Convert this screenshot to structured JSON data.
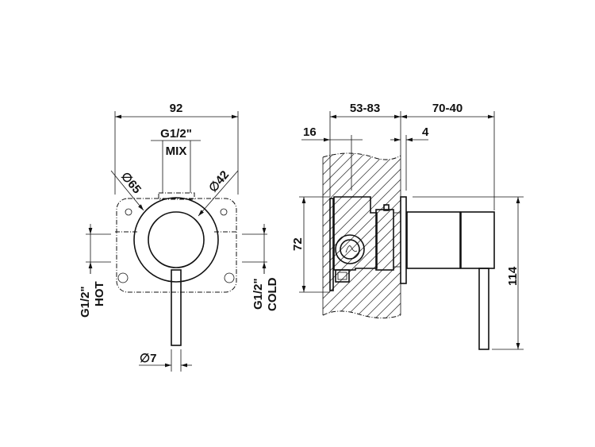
{
  "front_view": {
    "width_dim": "92",
    "mix_thread": "G1/2\"",
    "mix_label": "MIX",
    "outer_diameter": "∅65",
    "inner_diameter": "∅42",
    "lever_diameter": "∅7",
    "hot_thread": "G1/2\"",
    "hot_label": "HOT",
    "cold_thread": "G1/2\"",
    "cold_label": "COLD"
  },
  "side_view": {
    "depth_range": "53-83",
    "projection_range": "70-40",
    "plate_offset": "16",
    "flange_thickness": "4",
    "body_height": "72",
    "total_height": "114"
  }
}
